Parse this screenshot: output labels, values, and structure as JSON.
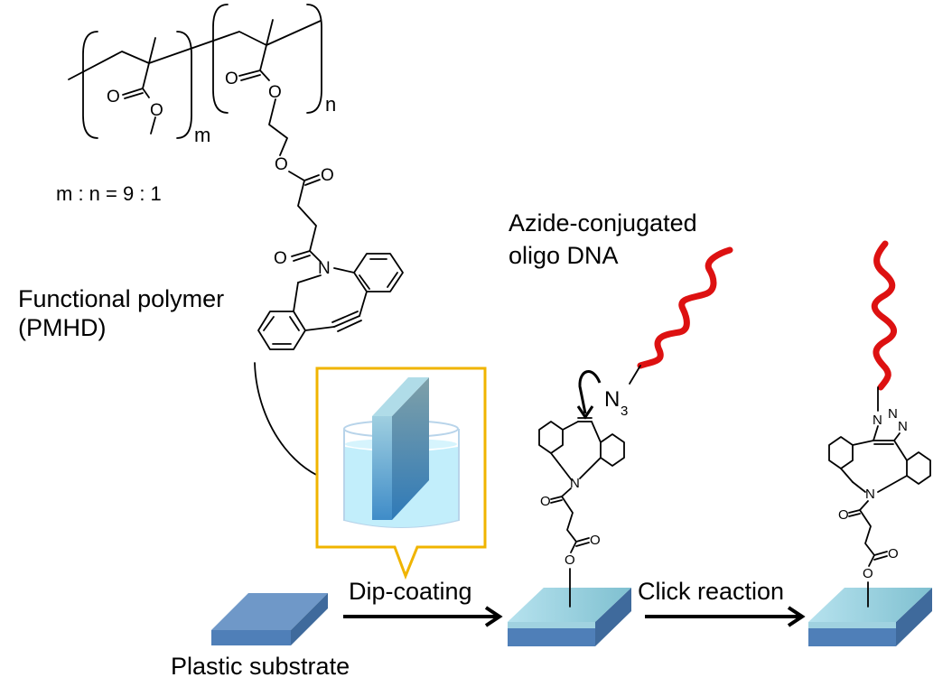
{
  "polymer": {
    "subscript_m": "m",
    "subscript_n": "n",
    "ratio_label": "m : n = 9 : 1",
    "name_line1": "Functional polymer",
    "name_line2": "(PMHD)",
    "atoms": {
      "oxygen": "O",
      "nitrogen": "N"
    }
  },
  "dna": {
    "label_line1": "Azide-conjugated",
    "label_line2": "oligo DNA",
    "azide_symbol": "N",
    "azide_subscript": "3",
    "color": "#dd1111"
  },
  "steps": {
    "substrate_label": "Plastic substrate",
    "step1_label": "Dip-coating",
    "step2_label": "Click reaction"
  },
  "colors": {
    "callout_border": "#f0b400",
    "substrate_top": "#6f98c8",
    "substrate_side": "#3f6a9c",
    "coating_top": "#a8d8e6",
    "liquid": "#bfeefc"
  }
}
